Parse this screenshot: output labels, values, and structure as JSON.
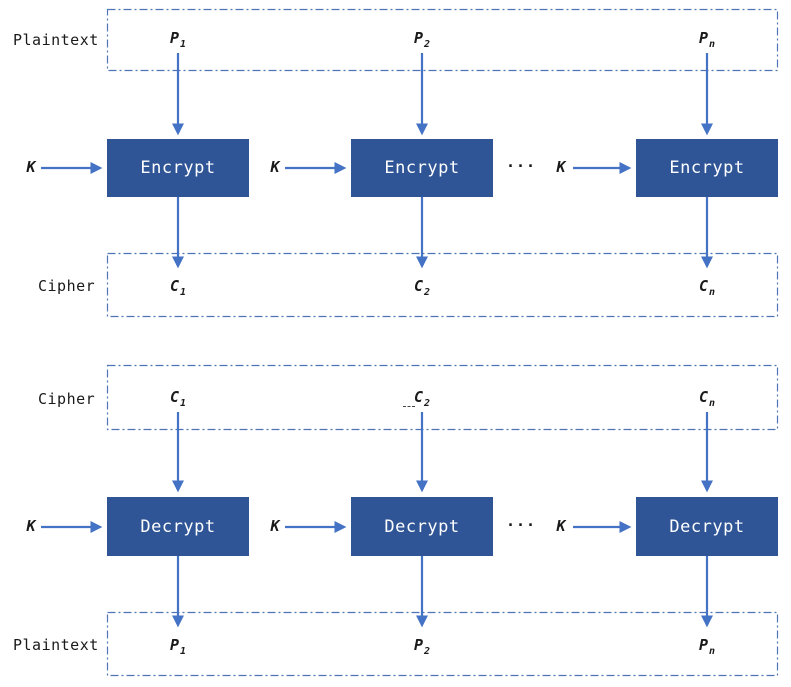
{
  "colors": {
    "operation_box_fill": "#2F5597",
    "operation_box_text": "#FFFFFF",
    "arrow": "#4472C4",
    "dashed_region_border": "#4F74B8",
    "label_text": "#1A1A1A"
  },
  "encryption": {
    "input_region_label": "Plaintext",
    "output_region_label": "Cipher",
    "operation_label": "Encrypt",
    "key_label": "K",
    "ellipsis": "...",
    "input_blocks": [
      {
        "base": "P",
        "sub": "1"
      },
      {
        "base": "P",
        "sub": "2"
      },
      {
        "base": "P",
        "sub": "n"
      }
    ],
    "output_blocks": [
      {
        "base": "C",
        "sub": "1"
      },
      {
        "base": "C",
        "sub": "2"
      },
      {
        "base": "C",
        "sub": "n"
      }
    ]
  },
  "decryption": {
    "input_region_label": "Cipher",
    "output_region_label": "Plaintext",
    "operation_label": "Decrypt",
    "key_label": "K",
    "ellipsis": "...",
    "input_blocks": [
      {
        "base": "C",
        "sub": "1"
      },
      {
        "base": "C",
        "sub": "2"
      },
      {
        "base": "C",
        "sub": "n"
      }
    ],
    "output_blocks": [
      {
        "base": "P",
        "sub": "1"
      },
      {
        "base": "P",
        "sub": "2"
      },
      {
        "base": "P",
        "sub": "n"
      }
    ]
  }
}
